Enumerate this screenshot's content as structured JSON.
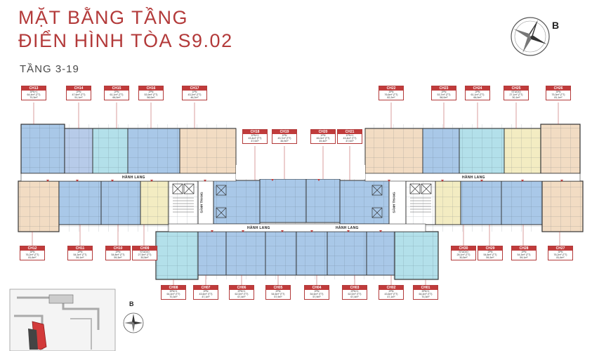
{
  "header": {
    "title_line1": "MẶT BẰNG TẦNG",
    "title_line2": "ĐIỂN HÌNH TÒA S9.02",
    "subtitle": "TẦNG 3-19",
    "compass_label": "B"
  },
  "minimap": {
    "compass_label": "B"
  },
  "colors": {
    "title": "#b33a3a",
    "unit_blue": "#a9c8e8",
    "unit_cyan": "#b3e0ea",
    "unit_peach": "#f2dcc3",
    "unit_cream": "#f3ecc2",
    "corridor": "#ffffff",
    "label_head": "#c03b3b"
  },
  "corridor_labels": {
    "upper_left": "HÀNH LANG",
    "upper_right": "HÀNH LANG",
    "lower_left": "HÀNH LANG",
    "lower_right": "HÀNH LANG"
  },
  "stair_labels": {
    "left": "SẢNH THANG",
    "right": "SẢNH THANG"
  },
  "units": {
    "ch13": {
      "code": "CH13",
      "l1": "3PN+1",
      "l2": "64,4m² (TT)",
      "l3": "70,3m²"
    },
    "ch14": {
      "code": "CH14",
      "l1": "2PN",
      "l2": "47,6m² (TT)",
      "l3": "51,1m²"
    },
    "ch15": {
      "code": "CH15",
      "l1": "2PN",
      "l2": "61,1m² (TT)",
      "l3": "66,0m²"
    },
    "ch16": {
      "code": "CH16",
      "l1": "2PN",
      "l2": "53,9m² (TT)",
      "l3": "58,0m²"
    },
    "ch17": {
      "code": "CH17",
      "l1": "1PN",
      "l2": "43,2m² (TT)",
      "l3": "46,2m²"
    },
    "ch18": {
      "code": "CH18",
      "l1": "1PN+1",
      "l2": "43,4m² (TT)",
      "l3": "47,0m²"
    },
    "ch19": {
      "code": "CH19",
      "l1": "1PN",
      "l2": "43,7m² (TT)",
      "l3": "46,9m²"
    },
    "ch20": {
      "code": "CH20",
      "l1": "1PN",
      "l2": "46,0m² (TT)",
      "l3": "49,4m²"
    },
    "ch21": {
      "code": "CH21",
      "l1": "1PN+1",
      "l2": "43,4m² (TT)",
      "l3": "47,0m²"
    },
    "ch22": {
      "code": "CH22",
      "l1": "3PN",
      "l2": "76,6m² (TT)",
      "l3": "82,2m²"
    },
    "ch23": {
      "code": "CH23",
      "l1": "2PN",
      "l2": "53,7m² (TT)",
      "l3": "58,0m²"
    },
    "ch24": {
      "code": "CH24",
      "l1": "2PN",
      "l2": "61,1m² (TT)",
      "l3": "66,0m²"
    },
    "ch25": {
      "code": "CH25",
      "l1": "STUDIO",
      "l2": "27,1m² (TT)",
      "l3": "30,1m²"
    },
    "ch26": {
      "code": "CH26",
      "l1": "3PN",
      "l2": "75,3m² (TT)",
      "l3": "81,1m²"
    },
    "ch12": {
      "code": "CH12",
      "l1": "3PN",
      "l2": "76,2m² (TT)",
      "l3": "81,6m²"
    },
    "ch11": {
      "code": "CH11",
      "l1": "2PN",
      "l2": "54,3m² (TT)",
      "l3": "59,1m²"
    },
    "ch10": {
      "code": "CH10",
      "l1": "2PN",
      "l2": "54,8m² (TT)",
      "l3": "59,3m²"
    },
    "ch09": {
      "code": "CH09",
      "l1": "STUDIO",
      "l2": "27,5m² (TT)",
      "l3": "30,5m²"
    },
    "ch30": {
      "code": "CH30",
      "l1": "STUDIO",
      "l2": "28,1m² (TT)",
      "l3": "30,5m²"
    },
    "ch29": {
      "code": "CH29",
      "l1": "2PN",
      "l2": "54,8m² (TT)",
      "l3": "59,3m²"
    },
    "ch28": {
      "code": "CH28",
      "l1": "2PN",
      "l2": "54,3m² (TT)",
      "l3": "59,1m²"
    },
    "ch27": {
      "code": "CH27",
      "l1": "3PN",
      "l2": "76,2m² (TT)",
      "l3": "81,6m²"
    },
    "ch08": {
      "code": "CH08",
      "l1": "3PN+1",
      "l2": "64,4m² (TT)",
      "l3": "70,3m²"
    },
    "ch07": {
      "code": "CH07",
      "l1": "2PN",
      "l2": "43,6m² (TT)",
      "l3": "47,1m²"
    },
    "ch06": {
      "code": "CH06",
      "l1": "2PN+1",
      "l2": "62,0m² (TT)",
      "l3": "67,4m²"
    },
    "ch05": {
      "code": "CH05",
      "l1": "2PN",
      "l2": "54,6m² (TT)",
      "l3": "57,9m²"
    },
    "ch04": {
      "code": "CH04",
      "l1": "2PN",
      "l2": "54,6m² (TT)",
      "l3": "57,9m²"
    },
    "ch03": {
      "code": "CH03",
      "l1": "2PN+1",
      "l2": "62,0m² (TT)",
      "l3": "67,4m²"
    },
    "ch02": {
      "code": "CH02",
      "l1": "2PN",
      "l2": "43,6m² (TT)",
      "l3": "47,1m²"
    },
    "ch01": {
      "code": "CH01",
      "l1": "3PN+1",
      "l2": "64,4m² (TT)",
      "l3": "70,3m²"
    }
  }
}
